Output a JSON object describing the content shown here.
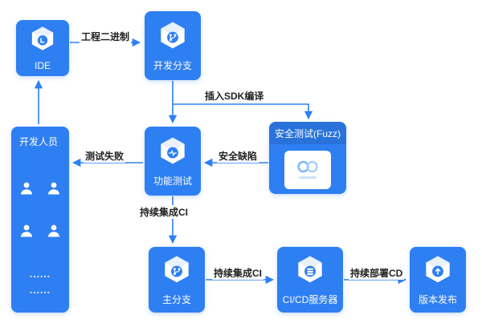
{
  "diagram": {
    "title_hint": "CI/CD security testing workflow",
    "colors": {
      "node_blue": "#2E7FF2",
      "arrow_blue": "#2E7FF2",
      "edge_label_text": "#222222",
      "logo_accent": "#7BB8F7"
    },
    "nodes": {
      "ide": {
        "label": "IDE",
        "icon": "cube-ide-icon"
      },
      "dev_branch": {
        "label": "开发分支",
        "icon": "cube-branch-icon"
      },
      "developers": {
        "label": "开发人员",
        "icon": "person-icon",
        "more1": "......",
        "more2": "......"
      },
      "func_test": {
        "label": "功能测试",
        "icon": "cube-test-icon"
      },
      "security_test": {
        "label": "安全测试(Fuzz)",
        "icon": "fuzz-logo"
      },
      "main_branch": {
        "label": "主分支",
        "icon": "cube-branch-icon"
      },
      "cicd_server": {
        "label": "CI/CD服务器",
        "icon": "cube-server-icon"
      },
      "release": {
        "label": "版本发布",
        "icon": "cube-release-icon"
      }
    },
    "edges": {
      "project_binary": {
        "from": "ide",
        "to": "dev_branch",
        "label": "工程二进制"
      },
      "insert_sdk_compile": {
        "from": "dev_branch",
        "to": "security_test",
        "label": "插入SDK编译"
      },
      "dev_to_func": {
        "from": "dev_branch",
        "to": "func_test",
        "label": ""
      },
      "security_defect": {
        "from": "security_test",
        "to": "func_test",
        "label": "安全缺陷"
      },
      "test_failed": {
        "from": "func_test",
        "to": "developers",
        "label": "测试失败"
      },
      "devs_to_ide": {
        "from": "developers",
        "to": "ide",
        "label": ""
      },
      "ci_to_main": {
        "from": "func_test",
        "to": "main_branch",
        "label": "持续集成CI"
      },
      "ci_to_server": {
        "from": "main_branch",
        "to": "cicd_server",
        "label": "持续集成CI"
      },
      "cd_to_release": {
        "from": "cicd_server",
        "to": "release",
        "label": "持续部署CD"
      }
    }
  }
}
